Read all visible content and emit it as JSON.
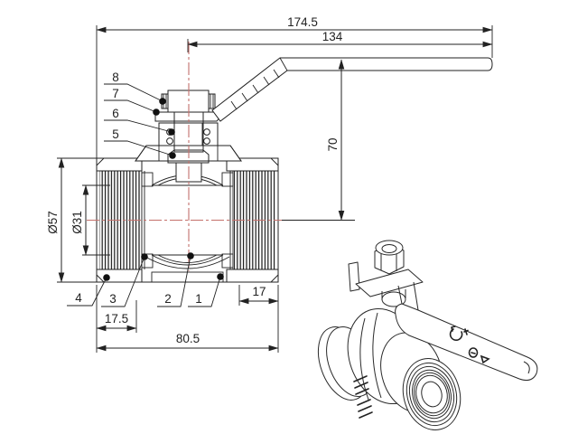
{
  "colors": {
    "line": "#222222",
    "centerline": "#c4706b",
    "background": "#ffffff",
    "leader_dot": "#111111"
  },
  "dimensions": {
    "overall_length": "174.5",
    "handle_length": "134",
    "handle_height": "70",
    "outer_diameter": "Ø57",
    "bore_diameter": "Ø31",
    "thread_length_left": "17.5",
    "body_length": "80.5",
    "thread_length_right": "17"
  },
  "callouts": {
    "item1": "1",
    "item2": "2",
    "item3": "3",
    "item4": "4",
    "item5": "5",
    "item6": "6",
    "item7": "7",
    "item8": "8"
  },
  "isometric": {
    "markings": [
      "rotation-direction-mark",
      "certification-marks"
    ]
  }
}
